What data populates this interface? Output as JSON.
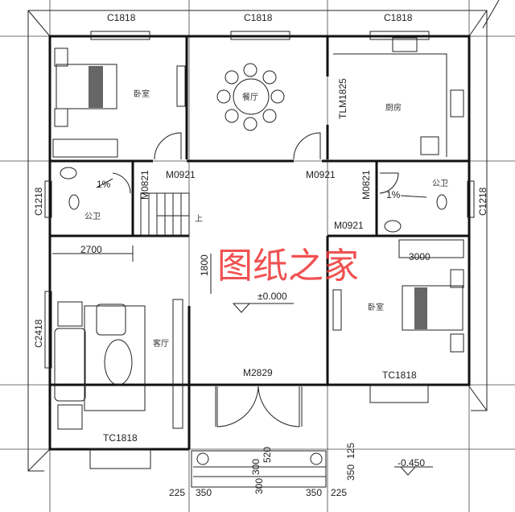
{
  "rooms": {
    "bedroom_left": "卧室",
    "dining": "餐厅",
    "kitchen": "厨房",
    "bath_left": "公卫",
    "bath_right": "公卫",
    "living": "客厅",
    "bedroom_right": "卧室",
    "stair_up": "上"
  },
  "windows": {
    "top_left": "C1818",
    "top_mid": "C1818",
    "top_right": "C1818",
    "left_bath": "C1218",
    "right_bath": "C1218",
    "living_side": "C2418",
    "living_bottom": "TC1818",
    "bedroom_right_bottom": "TC1818",
    "kitchen_door": "TLM1825"
  },
  "doors": {
    "bedroom_left": "M0921",
    "kitchen": "M0921",
    "bath_left": "M0821",
    "bath_right": "M0821",
    "bedroom_right": "M0921",
    "main": "M2829"
  },
  "slopes": {
    "left": "1%",
    "right": "1%"
  },
  "dimensions": {
    "living_width": "2700",
    "hall_depth": "1800",
    "wardrobe": "3000",
    "step_520": "520",
    "step_300a": "300",
    "step_300b": "300",
    "side_125": "125",
    "side_350": "350",
    "bottom_225_left": "225",
    "bottom_350_left": "350",
    "bottom_350_right": "350",
    "bottom_225_right": "225"
  },
  "elevations": {
    "floor": "±0.000",
    "outside": "-0.450"
  },
  "watermark": "图纸之家"
}
